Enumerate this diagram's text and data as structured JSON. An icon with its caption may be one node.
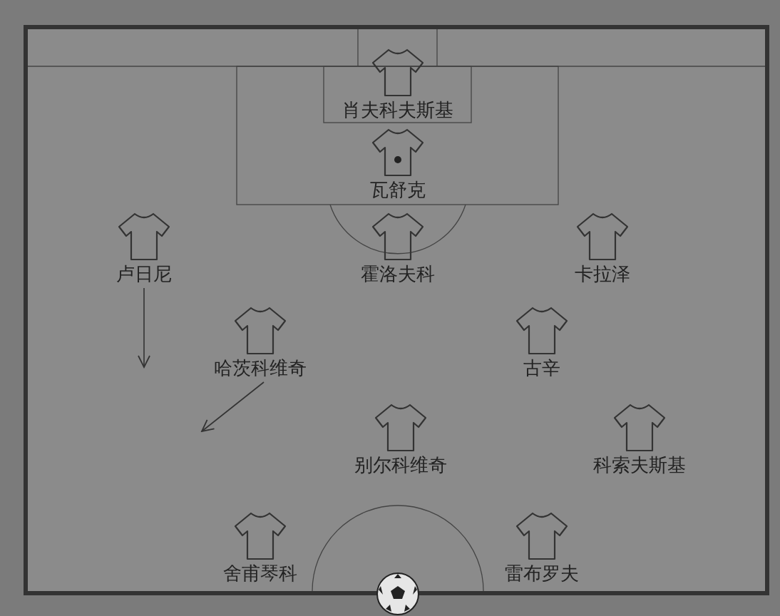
{
  "diagram": {
    "nodes": [
      {
        "text": [
          "肖夫科夫斯基"
        ]
      },
      {
        "text": [
          "瓦舒克"
        ]
      },
      {
        "text": [
          "卢日尼"
        ]
      },
      {
        "text": [
          "霍洛夫科"
        ]
      },
      {
        "text": [
          "卡拉泽"
        ]
      },
      {
        "text": [
          "哈茨科维奇"
        ]
      },
      {
        "text": [
          "古辛"
        ]
      },
      {
        "text": [
          "别尔科维奇"
        ]
      },
      {
        "text": [
          "科索夫斯基"
        ]
      },
      {
        "text": [
          "舍甫琴科"
        ]
      },
      {
        "text": [
          "雷布罗夫"
        ]
      }
    ],
    "edges": [
      {
        "from": 2,
        "to": null,
        "arrow": "to"
      },
      {
        "from": 5,
        "to": null,
        "arrow": "to"
      }
    ]
  }
}
